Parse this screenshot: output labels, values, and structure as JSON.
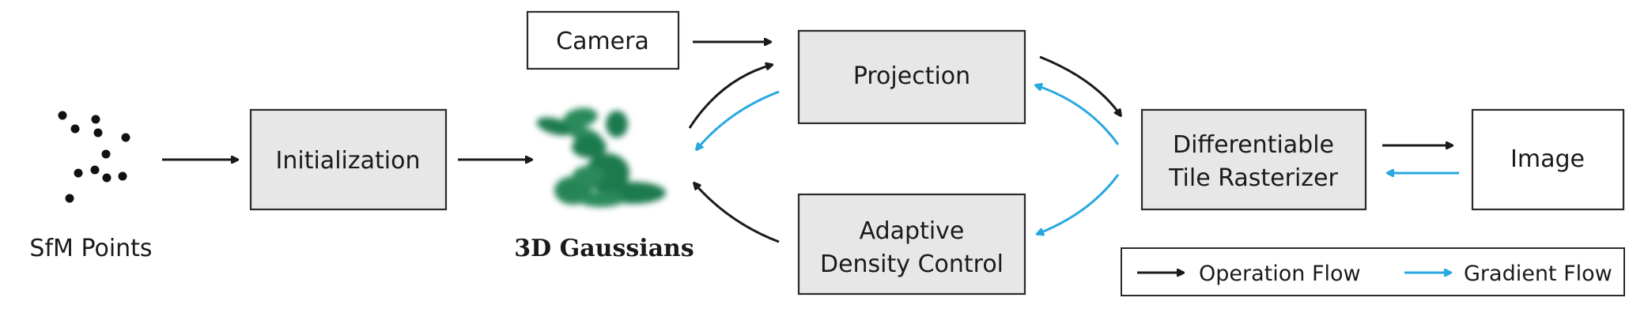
{
  "nodes": {
    "sfm_points": "SfM Points",
    "initialization": "Initialization",
    "gaussians": "3D Gaussians",
    "camera": "Camera",
    "projection": "Projection",
    "adaptive_line1": "Adaptive",
    "adaptive_line2": "Density Control",
    "rasterizer_line1": "Differentiable",
    "rasterizer_line2": "Tile Rasterizer",
    "image": "Image"
  },
  "legend": {
    "operation": "Operation Flow",
    "gradient": "Gradient Flow"
  },
  "colors": {
    "operation_arrow": "#1a1a1a",
    "gradient_arrow": "#29a8e0",
    "box_fill": "#e7e7e8",
    "gaussian_green": "#1f7a4f"
  }
}
